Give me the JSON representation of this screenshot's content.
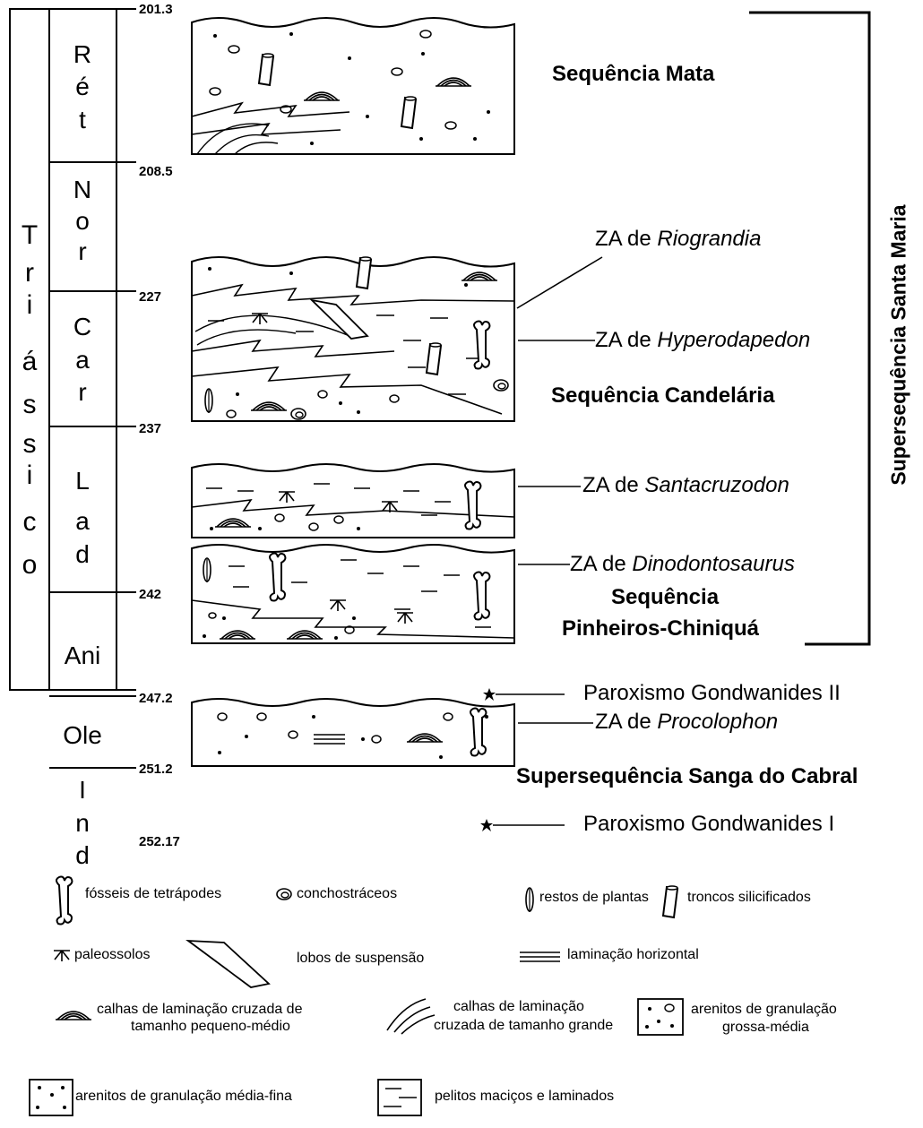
{
  "column": {
    "period_letters": [
      "T",
      "r",
      "i",
      "á",
      "s",
      "s",
      "i",
      "c",
      "o"
    ],
    "stages": [
      {
        "name": "Rét",
        "letters": [
          "R",
          "é",
          "t"
        ]
      },
      {
        "name": "Nor",
        "letters": [
          "N",
          "o",
          "r"
        ]
      },
      {
        "name": "Car",
        "letters": [
          "C",
          "a",
          "r"
        ]
      },
      {
        "name": "Lad",
        "letters": [
          "L",
          "a",
          "d"
        ]
      },
      {
        "name": "Ani",
        "letters": [
          "Ani"
        ]
      },
      {
        "name": "Ole",
        "letters": [
          "Ole"
        ]
      },
      {
        "name": "Ind",
        "letters": [
          "I",
          "n",
          "d"
        ]
      }
    ],
    "ages": [
      "201.3",
      "208.5",
      "227",
      "237",
      "242",
      "247.2",
      "251.2",
      "252.17"
    ]
  },
  "labels": {
    "seq_mata": "Sequência Mata",
    "seq_candelaria": "Sequência Candelária",
    "seq_pinheiros_1": "Sequência",
    "seq_pinheiros_2": "Pinheiros-Chiniquá",
    "supersequence_sanga": "Supersequência Sanga do Cabral",
    "supersequence_santa_maria": "Supersequência Santa Maria",
    "za_prefix": "ZA de ",
    "za_riograndia": "Riograndia",
    "za_hyperodapedon": "Hyperodapedon",
    "za_santacruzodon": "Santacruzodon",
    "za_dinodontosaurus": "Dinodontosaurus",
    "za_procolophon": "Procolophon",
    "paroxismo_2": "Paroxismo Gondwanides II",
    "paroxismo_1": "Paroxismo Gondwanides I"
  },
  "legend": {
    "tetrapods": "fósseis de tetrápodes",
    "conchostracans": "conchostráceos",
    "plants": "restos de plantas",
    "trunks": "troncos silicificados",
    "paleosols": "paleossolos",
    "suspension_lobes": "lobos de suspensão",
    "horizontal_lamination": "laminação horizontal",
    "small_troughs_1": "calhas de laminação cruzada de",
    "small_troughs_2": "tamanho pequeno-médio",
    "large_troughs_1": "calhas de laminação",
    "large_troughs_2": "cruzada de tamanho grande",
    "coarse_sand_1": "arenitos de granulação",
    "coarse_sand_2": "grossa-média",
    "fine_sand": "arenitos de granulação média-fina",
    "pelites": "pelitos maciços e laminados"
  }
}
